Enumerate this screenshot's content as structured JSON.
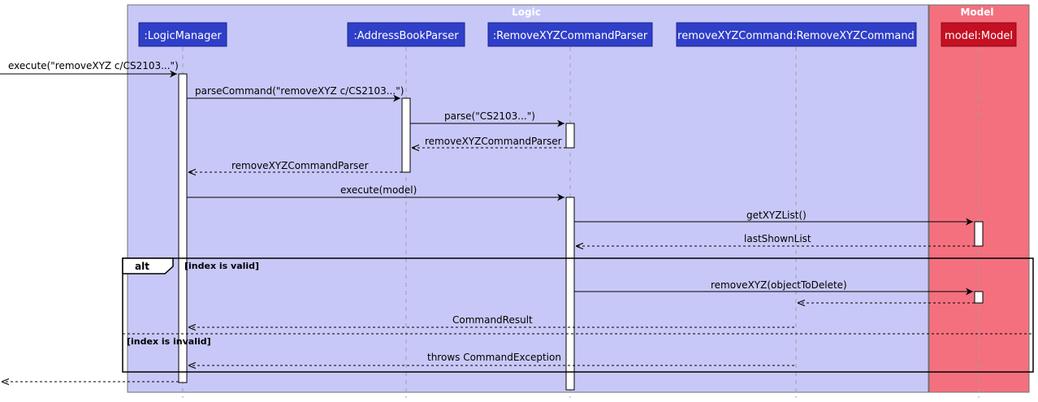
{
  "colors": {
    "logic_bg": "#c8c8f8",
    "logic_title": "#ffffff",
    "model_bg": "#f4707f",
    "model_title": "#ffffff",
    "participant_logic_fill": "#2f3fc8",
    "participant_model_fill": "#c41022",
    "line": "#000000",
    "lifeline": "#a0a0a0"
  },
  "groups": {
    "logic": {
      "title": "Logic"
    },
    "model": {
      "title": "Model"
    }
  },
  "participants": [
    {
      "id": "logicManager",
      "label": ":LogicManager",
      "group": "logic"
    },
    {
      "id": "addressBookParser",
      "label": ":AddressBookParser",
      "group": "logic"
    },
    {
      "id": "removeParser",
      "label": ":RemoveXYZCommandParser",
      "group": "logic"
    },
    {
      "id": "removeCommand",
      "label": "removeXYZCommand:RemoveXYZCommand",
      "group": "logic"
    },
    {
      "id": "model",
      "label": "model:Model",
      "group": "model"
    }
  ],
  "messages": [
    {
      "from": "external",
      "to": "logicManager",
      "label": "execute(\"removeXYZ c/CS2103...\")",
      "style": "sync"
    },
    {
      "from": "logicManager",
      "to": "addressBookParser",
      "label": "parseCommand(\"removeXYZ c/CS2103...\")",
      "style": "sync"
    },
    {
      "from": "addressBookParser",
      "to": "removeParser",
      "label": "parse(\"CS2103...\")",
      "style": "sync"
    },
    {
      "from": "removeParser",
      "to": "addressBookParser",
      "label": "removeXYZCommandParser",
      "style": "return"
    },
    {
      "from": "addressBookParser",
      "to": "logicManager",
      "label": "removeXYZCommandParser",
      "style": "return"
    },
    {
      "from": "logicManager",
      "to": "removeParser",
      "label": "execute(model)",
      "style": "sync"
    },
    {
      "from": "removeParser",
      "to": "model",
      "label": "getXYZList()",
      "style": "sync"
    },
    {
      "from": "model",
      "to": "removeParser",
      "label": "lastShownList",
      "style": "return"
    },
    {
      "from": "removeParser",
      "to": "model",
      "label": "removeXYZ(objectToDelete)",
      "style": "sync"
    },
    {
      "from": "model",
      "to": "removeCommand",
      "label": "",
      "style": "return"
    },
    {
      "from": "removeCommand",
      "to": "logicManager",
      "label": "CommandResult",
      "style": "return"
    },
    {
      "from": "removeCommand",
      "to": "logicManager",
      "label": "throws CommandException",
      "style": "return"
    },
    {
      "from": "logicManager",
      "to": "external",
      "label": "",
      "style": "return"
    }
  ],
  "alt_frame": {
    "keyword": "alt",
    "guard_valid": "[index is valid]",
    "guard_invalid": "[index is invalid]"
  }
}
